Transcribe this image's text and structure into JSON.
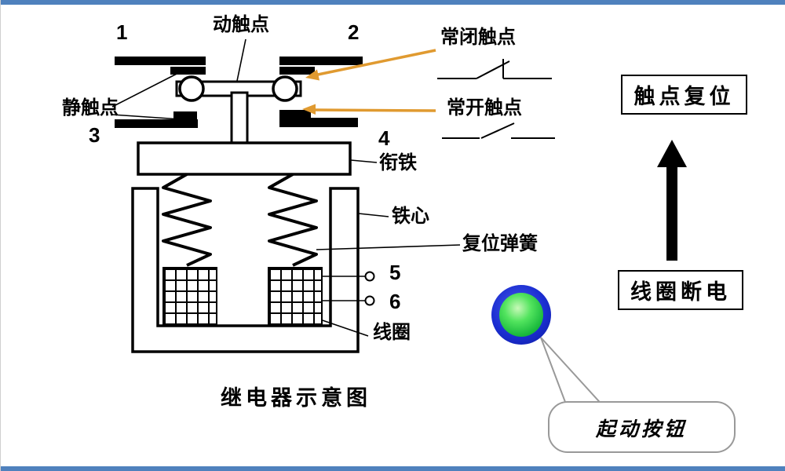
{
  "diagram": {
    "title": "继电器示意图",
    "terminals": {
      "t1": "1",
      "t2": "2",
      "t3": "3",
      "t4": "4",
      "t5": "5",
      "t6": "6"
    },
    "parts": {
      "moving_contact": "动触点",
      "static_contact": "静触点",
      "nc_contact": "常闭触点",
      "no_contact": "常开触点",
      "armature": "衔铁",
      "iron_core": "铁心",
      "reset_spring": "复位弹簧",
      "coil": "线圈"
    },
    "states": {
      "contact_reset": "触点复位",
      "coil_deenergized": "线圈断电"
    },
    "button": {
      "label": "起动按钮"
    }
  },
  "colors": {
    "accent_bar": "#4f81bd",
    "line": "#000000",
    "pointer_arrow_orange": "#e09a30",
    "button_ring_blue": "#1b2ed2",
    "button_face_green": "#2ad24b",
    "callout_border_gray": "#999999"
  }
}
